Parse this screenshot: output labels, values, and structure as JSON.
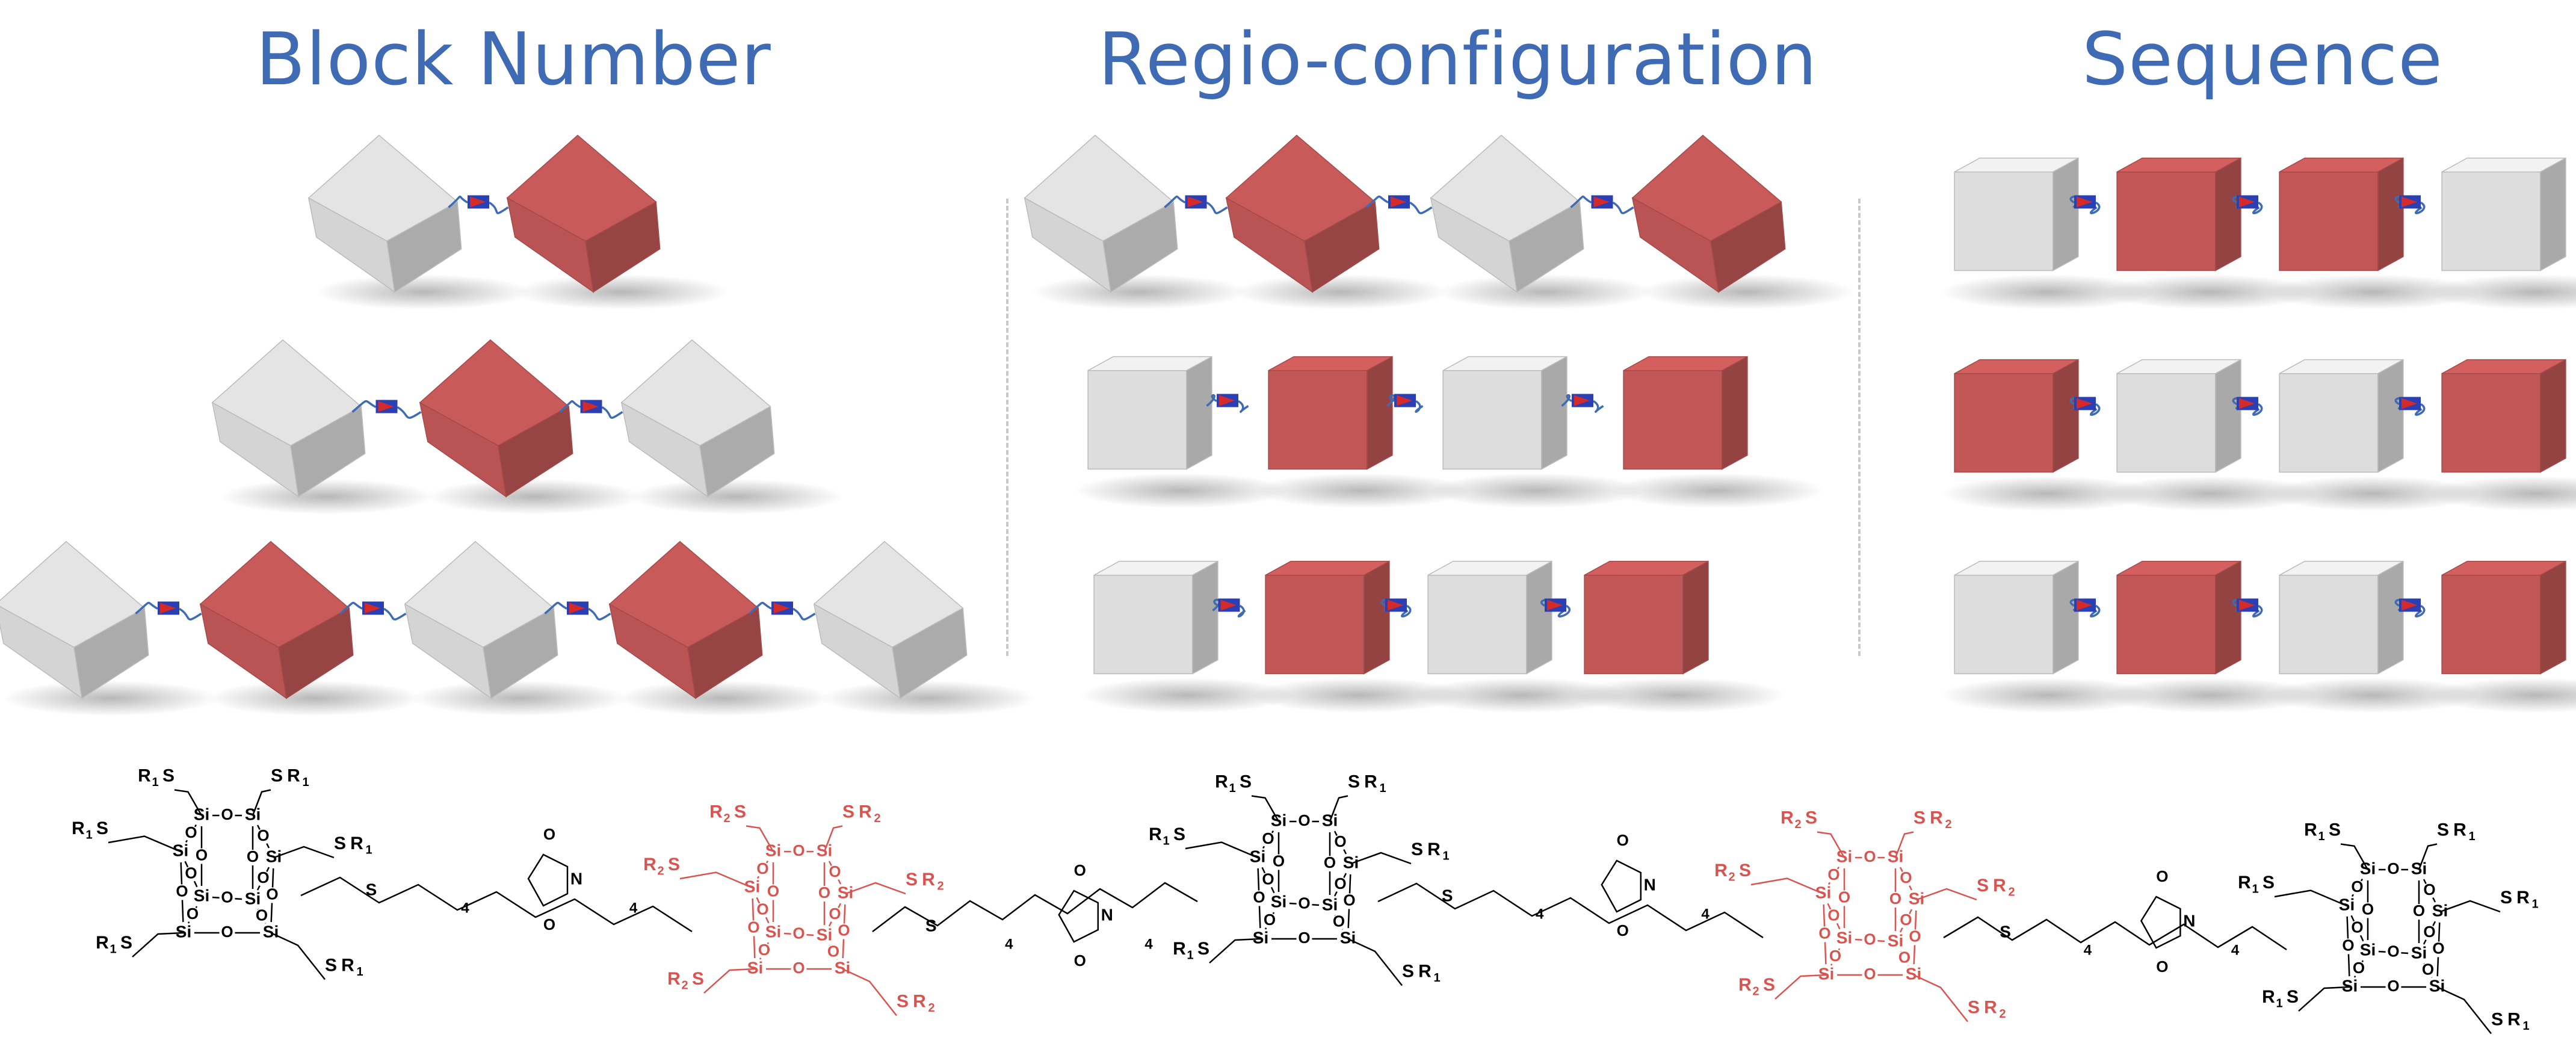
{
  "headings": {
    "block_number": "Block Number",
    "regio_configuration": "Regio-configuration",
    "sequence": "Sequence"
  },
  "colors": {
    "heading": "#3f6bb4",
    "grey_cube": "#e4e4e4",
    "red_cube": "#c85a5a",
    "linker": "#3f6bb4",
    "linker_flag_red": "#d42a2a",
    "linker_flag_blue": "#2a3fb4",
    "molecule_black": "#000000",
    "molecule_red": "#d9534f"
  },
  "panels": {
    "block_number": {
      "rows": [
        [
          "grey",
          "red"
        ],
        [
          "grey",
          "red",
          "grey"
        ],
        [
          "grey",
          "red",
          "grey",
          "red",
          "grey"
        ]
      ]
    },
    "regio_configuration": {
      "rows": [
        [
          "grey",
          "red",
          "grey",
          "red"
        ],
        [
          "grey",
          "red",
          "grey",
          "red"
        ],
        [
          "grey",
          "red",
          "grey",
          "red"
        ]
      ]
    },
    "sequence": {
      "rows": [
        [
          "grey",
          "red",
          "red",
          "grey"
        ],
        [
          "red",
          "grey",
          "grey",
          "red"
        ],
        [
          "grey",
          "red",
          "grey",
          "red"
        ]
      ]
    }
  },
  "molecule": {
    "cages": [
      {
        "color": "black",
        "substituent": "R",
        "sub": "1",
        "label": "S"
      },
      {
        "color": "red",
        "substituent": "R",
        "sub": "2",
        "label": "S"
      },
      {
        "color": "black",
        "substituent": "R",
        "sub": "1",
        "label": "S"
      },
      {
        "color": "red",
        "substituent": "R",
        "sub": "2",
        "label": "S"
      },
      {
        "color": "black",
        "substituent": "R",
        "sub": "1",
        "label": "S"
      }
    ],
    "atoms": {
      "si": "Si",
      "o": "O",
      "s": "S",
      "n": "N"
    },
    "subscripts": {
      "four": "4"
    }
  }
}
